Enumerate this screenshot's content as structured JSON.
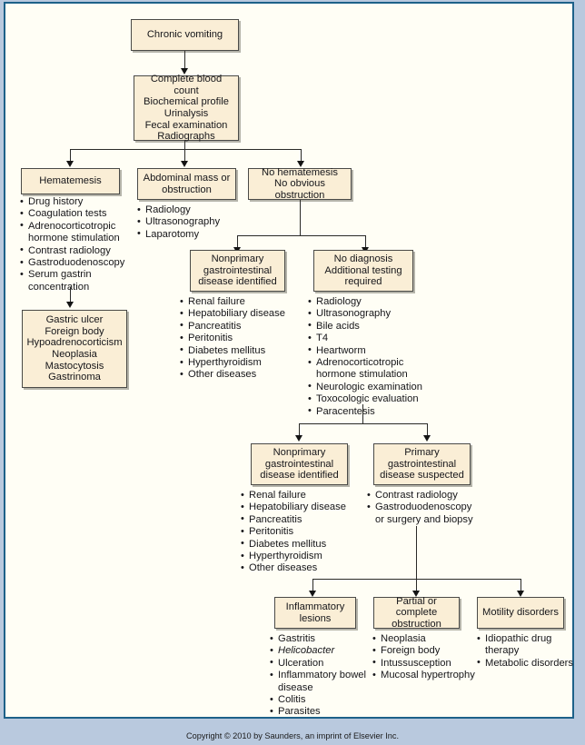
{
  "figure": {
    "title": "Chronic vomiting diagnostic algorithm",
    "copyright": "Copyright © 2010 by Saunders, an imprint of Elsevier Inc."
  },
  "colors": {
    "frame_border": "#1d6189",
    "page_background": "#b9c9de",
    "canvas_background": "#fffef5",
    "box_fill": "#faeed6",
    "box_border": "#4a4a47",
    "connector": "#2a2a28",
    "text": "#16161a"
  },
  "nodes": {
    "chronic_vomiting": "Chronic vomiting",
    "initial_workup": [
      "Complete blood count",
      "Biochemical profile",
      "Urinalysis",
      "Fecal examination",
      "Radiographs"
    ],
    "hematemesis": "Hematemesis",
    "abdominal_mass": [
      "Abdominal mass or",
      "obstruction"
    ],
    "no_hematemesis": [
      "No hematemesis",
      "No obvious obstruction"
    ],
    "gastric_differentials": [
      "Gastric ulcer",
      "Foreign body",
      "Hypoadrenocorticism",
      "Neoplasia",
      "Mastocytosis",
      "Gastrinoma"
    ],
    "nonprimary_gi_1": [
      "Nonprimary",
      "gastrointestinal",
      "disease identified"
    ],
    "no_diagnosis": [
      "No diagnosis",
      "Additional testing",
      "required"
    ],
    "nonprimary_gi_2": [
      "Nonprimary",
      "gastrointestinal",
      "disease identified"
    ],
    "primary_gi": [
      "Primary",
      "gastrointestinal",
      "disease suspected"
    ],
    "inflammatory_lesions": [
      "Inflammatory",
      "lesions"
    ],
    "obstruction": [
      "Partial or complete",
      "obstruction"
    ],
    "motility_disorders": "Motility disorders"
  },
  "lists": {
    "hematemesis_tests": [
      {
        "text": "Drug history"
      },
      {
        "text": "Coagulation tests"
      },
      {
        "text": "Adrenocorticotropic"
      },
      {
        "text": "hormone stimulation",
        "cont": true
      },
      {
        "text": "Contrast radiology"
      },
      {
        "text": "Gastroduodenoscopy"
      },
      {
        "text": "Serum gastrin"
      },
      {
        "text": "concentration",
        "cont": true
      }
    ],
    "abdominal_mass_tests": [
      {
        "text": "Radiology"
      },
      {
        "text": "Ultrasonography"
      },
      {
        "text": "Laparotomy"
      }
    ],
    "nonprimary_gi_1_causes": [
      {
        "text": "Renal failure"
      },
      {
        "text": "Hepatobiliary disease"
      },
      {
        "text": "Pancreatitis"
      },
      {
        "text": "Peritonitis"
      },
      {
        "text": "Diabetes mellitus"
      },
      {
        "text": "Hyperthyroidism"
      },
      {
        "text": "Other diseases"
      }
    ],
    "additional_testing": [
      {
        "text": "Radiology"
      },
      {
        "text": "Ultrasonography"
      },
      {
        "text": "Bile acids"
      },
      {
        "text": "T4"
      },
      {
        "text": "Heartworm"
      },
      {
        "text": "Adrenocorticotropic"
      },
      {
        "text": "hormone stimulation",
        "cont": true
      },
      {
        "text": "Neurologic examination"
      },
      {
        "text": "Toxocologic evaluation"
      },
      {
        "text": "Paracentesis"
      }
    ],
    "nonprimary_gi_2_causes": [
      {
        "text": "Renal failure"
      },
      {
        "text": "Hepatobiliary disease"
      },
      {
        "text": "Pancreatitis"
      },
      {
        "text": "Peritonitis"
      },
      {
        "text": "Diabetes mellitus"
      },
      {
        "text": "Hyperthyroidism"
      },
      {
        "text": "Other diseases"
      }
    ],
    "primary_gi_tests": [
      {
        "text": "Contrast radiology"
      },
      {
        "text": "Gastroduodenoscopy"
      },
      {
        "text": "or surgery and biopsy",
        "cont": true
      }
    ],
    "inflammatory_causes": [
      {
        "text": "Gastritis"
      },
      {
        "text": "Helicobacter",
        "italic": true
      },
      {
        "text": "Ulceration"
      },
      {
        "text": "Inflammatory bowel"
      },
      {
        "text": "disease",
        "cont": true
      },
      {
        "text": "Colitis"
      },
      {
        "text": "Parasites"
      }
    ],
    "obstruction_causes": [
      {
        "text": "Neoplasia"
      },
      {
        "text": "Foreign body"
      },
      {
        "text": "Intussusception"
      },
      {
        "text": "Mucosal hypertrophy"
      }
    ],
    "motility_causes": [
      {
        "text": "Idiopathic drug"
      },
      {
        "text": "therapy",
        "cont": true
      },
      {
        "text": "Metabolic disorders"
      }
    ]
  }
}
